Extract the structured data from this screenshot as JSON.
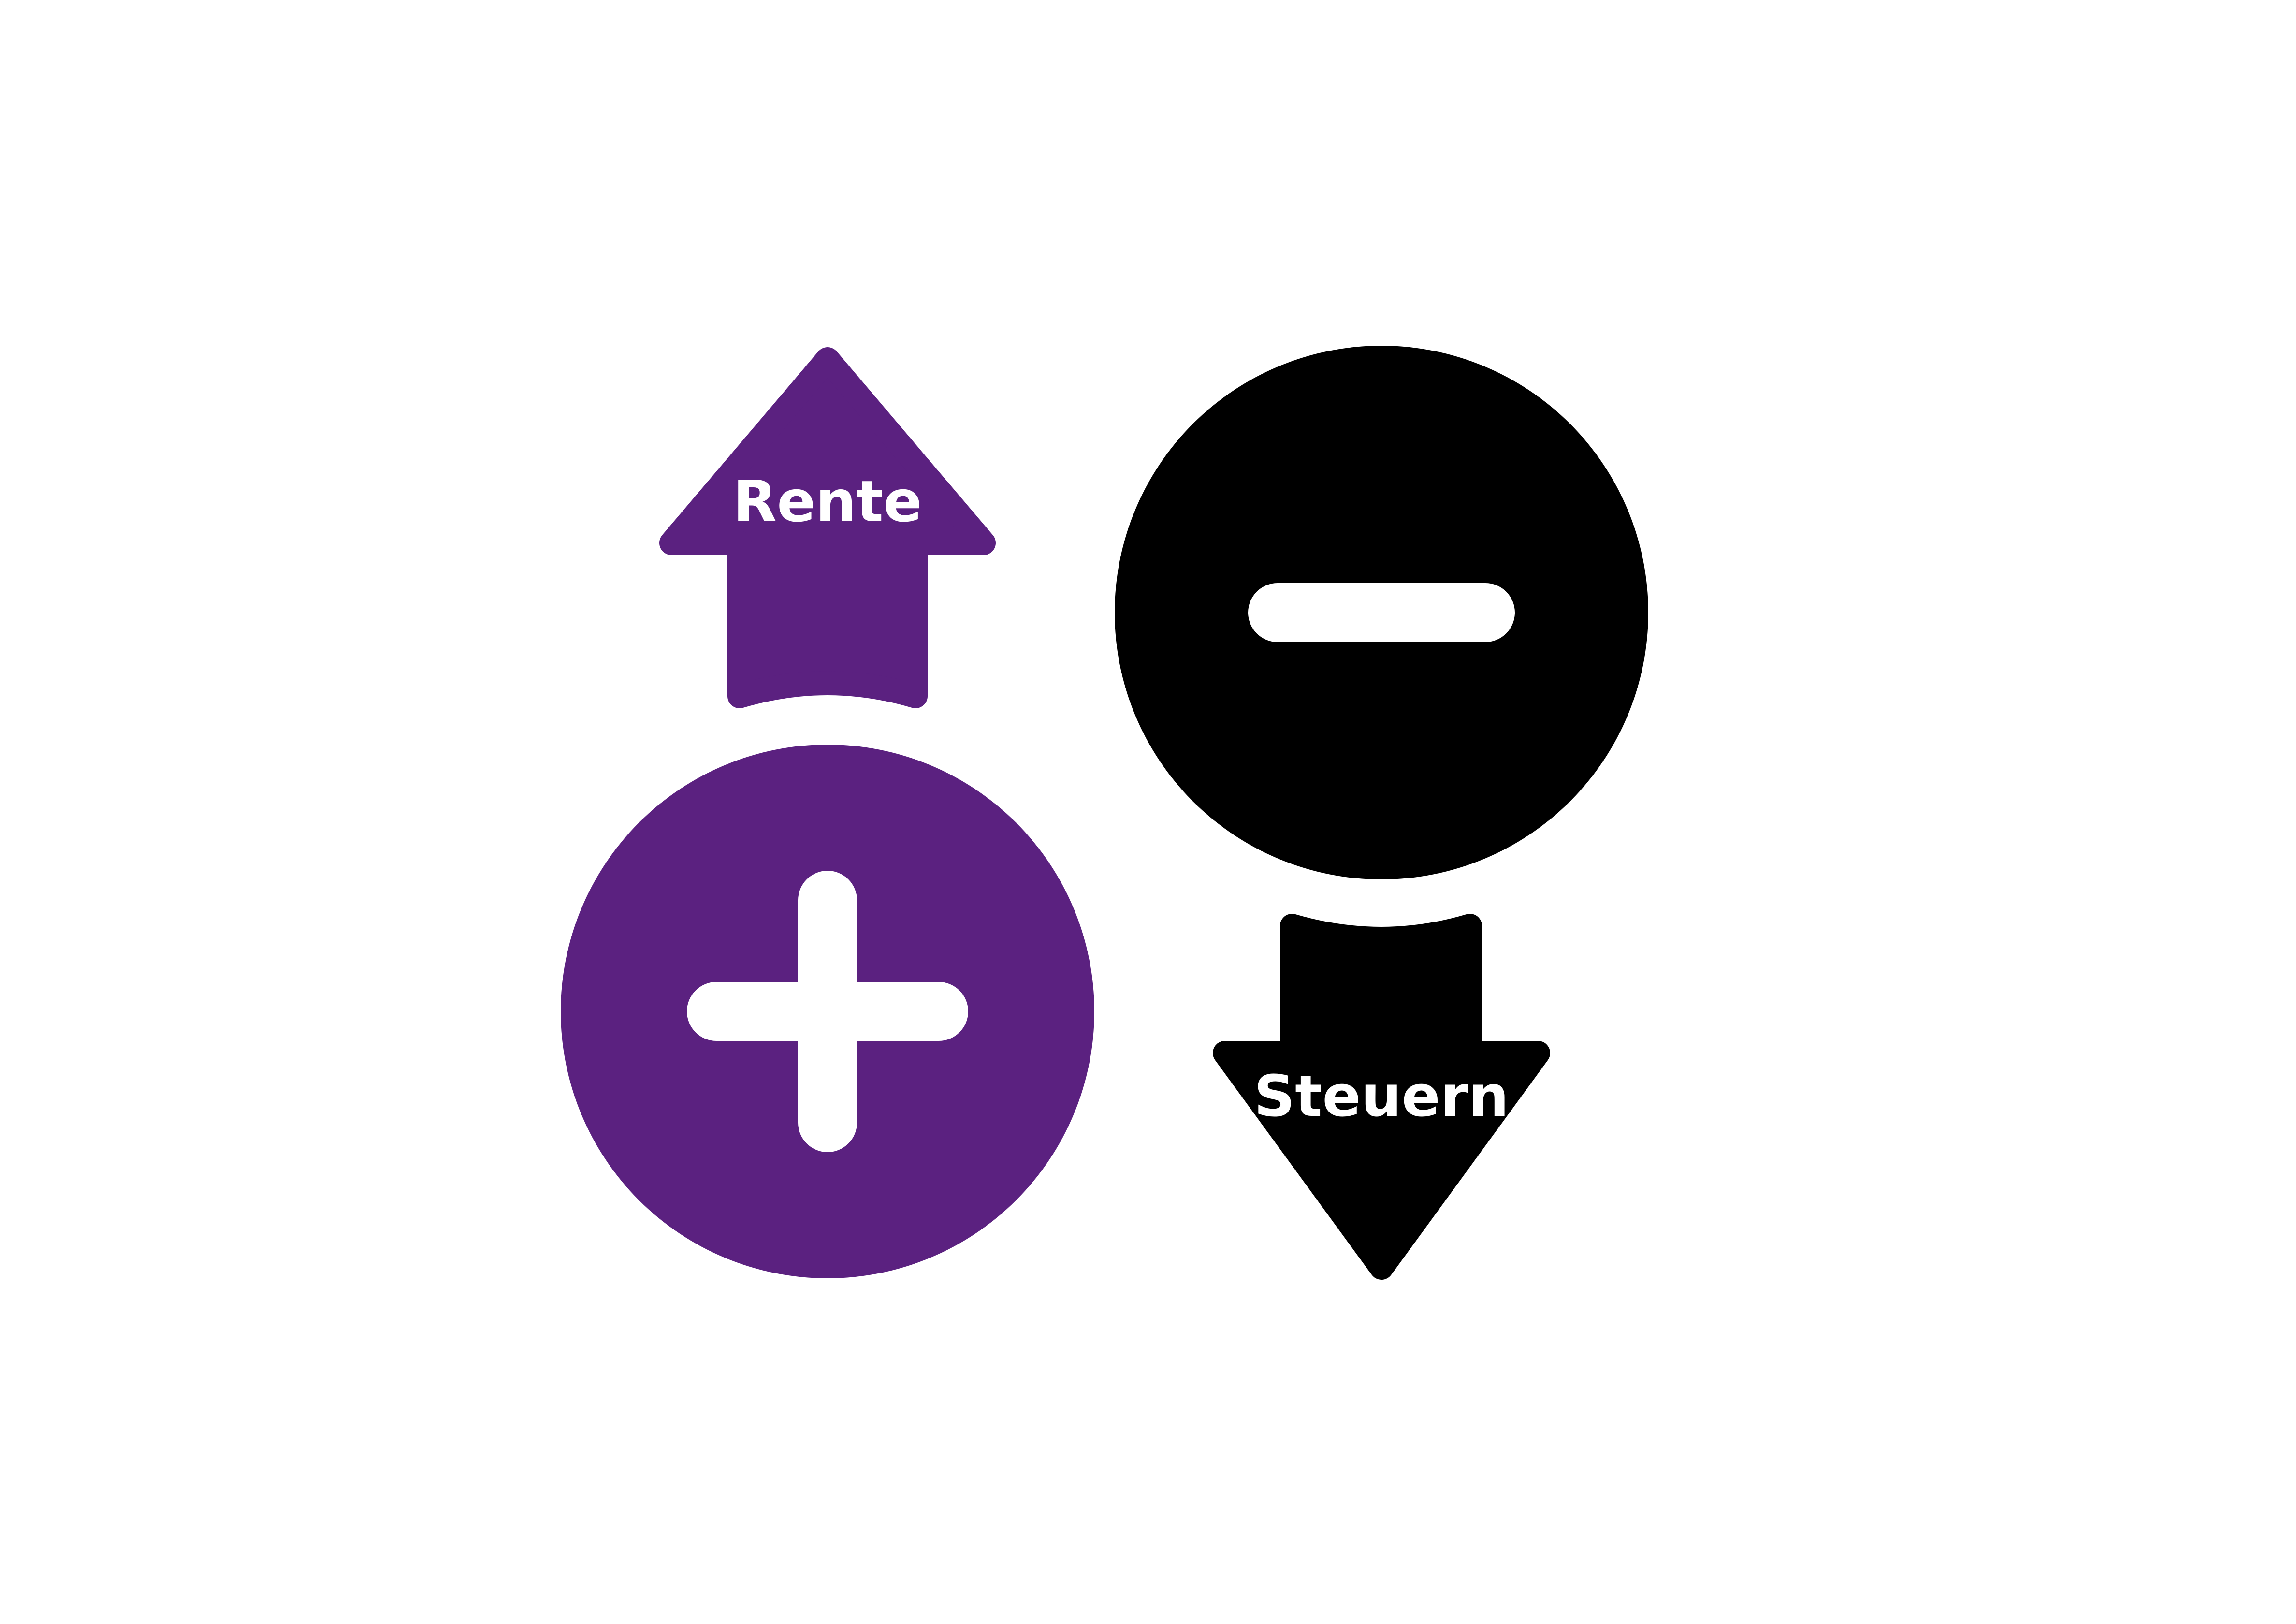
{
  "colors": {
    "background": "#ffffff",
    "purple": "#5b2180",
    "black": "#000000",
    "symbol": "#ffffff",
    "label": "#ffffff"
  },
  "up_arrow": {
    "label": "Rente",
    "direction": "up",
    "color_key": "purple"
  },
  "down_arrow": {
    "label": "Steuern",
    "direction": "down",
    "color_key": "black"
  },
  "plus_circle": {
    "icon": "plus-icon",
    "color_key": "purple"
  },
  "minus_circle": {
    "icon": "minus-icon",
    "color_key": "black"
  }
}
